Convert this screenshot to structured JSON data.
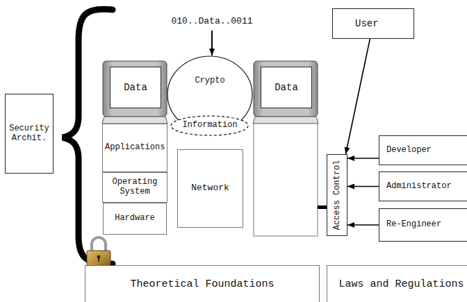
{
  "diagram": {
    "nodes": [
      {
        "text": [
          "User"
        ]
      },
      {
        "text": [
          "Security Archit."
        ]
      },
      {
        "text": [
          "Data"
        ]
      },
      {
        "text": [
          "Crypto"
        ]
      },
      {
        "text": [
          "Information"
        ],
        "in": 3
      },
      {
        "text": [
          "Data"
        ]
      },
      {
        "text": [
          "Applications"
        ]
      },
      {
        "text": [
          "Developer"
        ]
      },
      {
        "text": [
          "Access Control"
        ]
      },
      {
        "text": [
          "Network"
        ]
      },
      {
        "text": [
          "Operating System"
        ]
      },
      {
        "text": [
          "Administrator"
        ]
      },
      {
        "text": [
          "Hardware"
        ]
      },
      {
        "text": [
          "Re-Engineer"
        ]
      },
      {
        "text": [
          "Theoretical Foundations"
        ]
      },
      {
        "text": [
          "Laws and Regulations"
        ]
      }
    ],
    "edges": [
      {
        "from": 0,
        "to": 8,
        "arrow": "to"
      },
      {
        "from": 7,
        "to": 8,
        "arrow": "to"
      },
      {
        "from": 11,
        "to": 8,
        "arrow": "to"
      },
      {
        "from": 13,
        "to": 8,
        "arrow": "to"
      }
    ],
    "labels": [
      "010..Data..0011"
    ]
  }
}
